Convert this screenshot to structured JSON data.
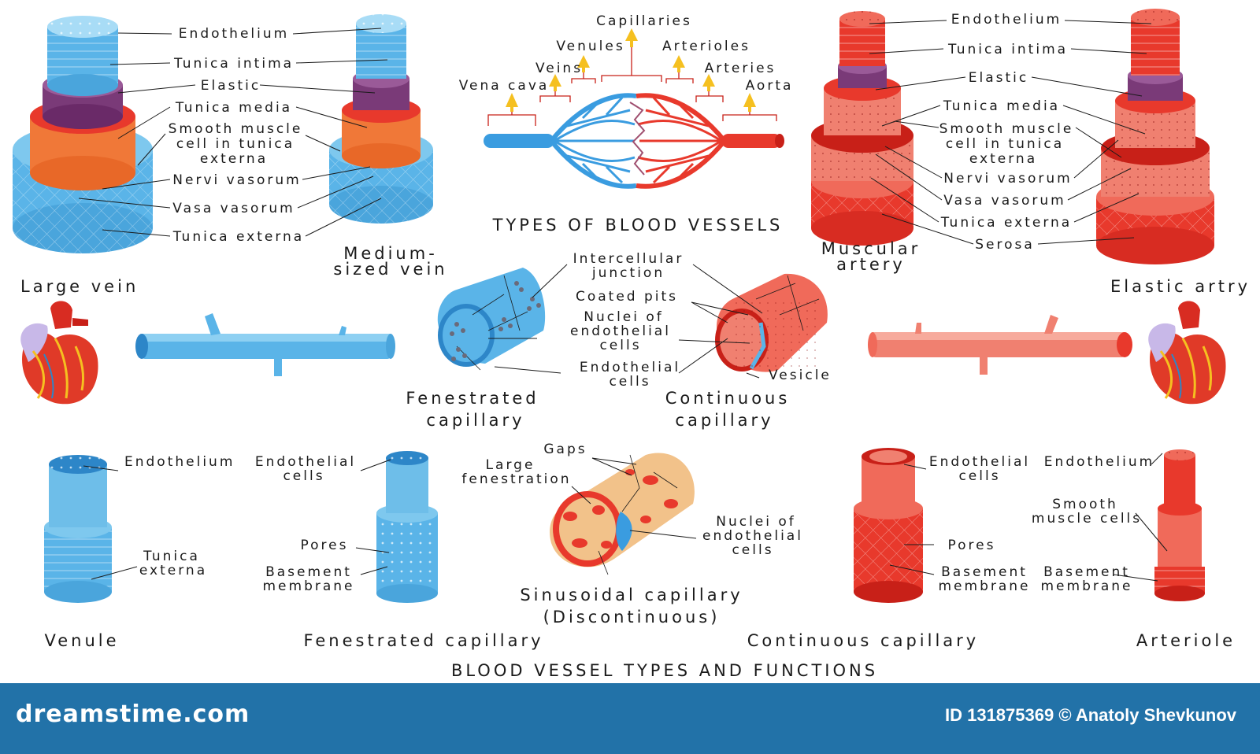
{
  "colors": {
    "vein_blue": "#5ab4e8",
    "vein_blue_dark": "#2d86c8",
    "artery_red": "#e8392c",
    "artery_dark": "#b81e18",
    "elastic_purple": "#7a3a78",
    "media_orange": "#f07838",
    "sinusoid_tan": "#f2c28a",
    "footer_blue": "#2272a8",
    "arrow_yellow": "#f5c020"
  },
  "titles": {
    "types": "TYPES OF BLOOD VESSELS",
    "bottom": "BLOOD VESSEL TYPES   AND FUNCTIONS"
  },
  "tree": {
    "capillaries": "Capillaries",
    "venules": "Venules",
    "arterioles": "Arterioles",
    "veins": "Veins",
    "arteries": "Arteries",
    "vena_cava": "Vena cava",
    "aorta": "Aorta"
  },
  "large_vein": {
    "name": "Large vein",
    "labels": [
      "Endothelium",
      "Tunica intima",
      "Elastic",
      "Tunica media",
      "Smooth muscle",
      "cell in tunica",
      "externa",
      "Nervi vasorum",
      "Vasa vasorum",
      "Tunica externa"
    ]
  },
  "medium_vein": {
    "line1": "Medium-",
    "line2": "sized vein"
  },
  "muscular_artery": {
    "line1": "Muscular",
    "line2": "artery"
  },
  "elastic_artery": {
    "name": "Elastic artry",
    "labels": [
      "Endothelium",
      "Tunica intima",
      "Elastic",
      "Tunica media",
      "Smooth muscle",
      "cell in tunica",
      "externa",
      "Nervi vasorum",
      "Vasa vasorum",
      "Tunica externa",
      "Serosa"
    ]
  },
  "capillary_mid": {
    "intercellular_1": "Intercellular",
    "intercellular_2": "junction",
    "coated_pits": "Coated pits",
    "nuclei_1": "Nuclei of",
    "nuclei_2": "endothelial",
    "nuclei_3": "cells",
    "endo_cells_1": "Endothelial",
    "endo_cells_2": "cells",
    "vesicle": "Vesicle",
    "fenestrated_1": "Fenestrated",
    "fenestrated_2": "capillary",
    "continuous_1": "Continuous",
    "continuous_2": "capillary"
  },
  "venule": {
    "endothelium": "Endothelium",
    "tunica_1": "Tunica",
    "tunica_2": "externa",
    "name": "Venule"
  },
  "fenestrated": {
    "endo_1": "Endothelial",
    "endo_2": "cells",
    "pores": "Pores",
    "basement_1": "Basement",
    "basement_2": "membrane",
    "name": "Fenestrated capillary"
  },
  "sinusoidal": {
    "gaps": "Gaps",
    "large_1": "Large",
    "large_2": "fenestration",
    "nuclei_1": "Nuclei of",
    "nuclei_2": "endothelial",
    "nuclei_3": "cells",
    "name_1": "Sinusoidal capillary",
    "name_2": "(Discontinuous)"
  },
  "continuous": {
    "endo_1": "Endothelial",
    "endo_2": "cells",
    "pores": "Pores",
    "basement_1": "Basement",
    "basement_2": "membrane",
    "name": "Continuous capillary"
  },
  "arteriole": {
    "endothelium": "Endothelium",
    "smooth_1": "Smooth",
    "smooth_2": "muscle cells",
    "basement_1": "Basement",
    "basement_2": "membrane",
    "name": "Arteriole"
  },
  "footer": {
    "brand": "dreamstime.com",
    "credit": "ID 131875369 © Anatoly Shevkunov"
  }
}
